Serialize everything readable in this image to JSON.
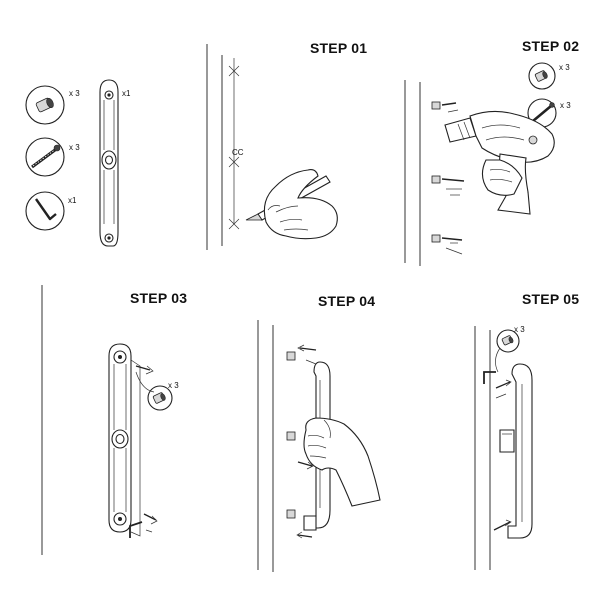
{
  "parts": {
    "screw_cap_qty": "x 3",
    "long_screw_qty": "x 3",
    "allen_key_qty": "x1",
    "handle_qty": "x1"
  },
  "steps": [
    {
      "title": "STEP 01",
      "annotation": "CC"
    },
    {
      "title": "STEP 02",
      "cap_qty": "x 3",
      "screw_qty": "x 3"
    },
    {
      "title": "STEP 03",
      "cap_qty": "x 3"
    },
    {
      "title": "STEP 04"
    },
    {
      "title": "STEP 05",
      "cap_qty": "x 3"
    }
  ]
}
